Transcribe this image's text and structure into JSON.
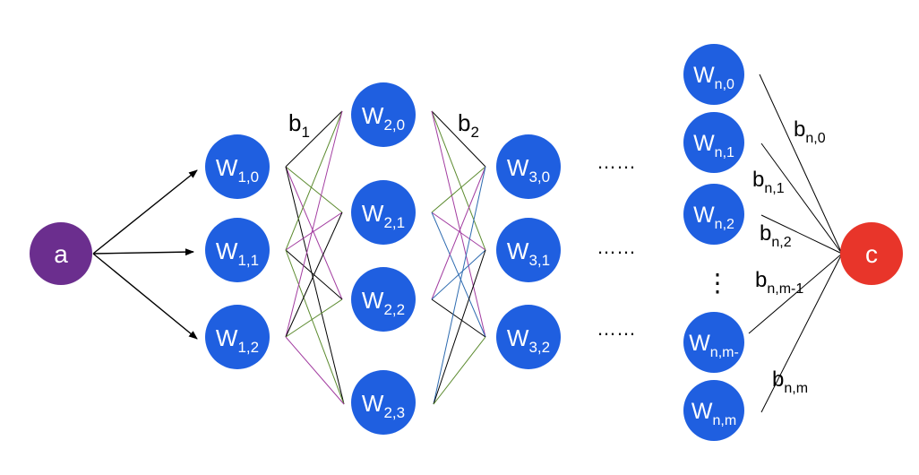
{
  "diagram": {
    "input_node": {
      "label": "a",
      "color": "#6B2E8E"
    },
    "output_node": {
      "label": "c",
      "color": "#E8352A"
    },
    "node_color": "#1F5FE0",
    "layer1": [
      {
        "base": "W",
        "sub": "1,0"
      },
      {
        "base": "W",
        "sub": "1,1"
      },
      {
        "base": "W",
        "sub": "1,2"
      }
    ],
    "layer2": [
      {
        "base": "W",
        "sub": "2,0"
      },
      {
        "base": "W",
        "sub": "2,1"
      },
      {
        "base": "W",
        "sub": "2,2"
      },
      {
        "base": "W",
        "sub": "2,3"
      }
    ],
    "layer3": [
      {
        "base": "W",
        "sub": "3,0"
      },
      {
        "base": "W",
        "sub": "3,1"
      },
      {
        "base": "W",
        "sub": "3,2"
      }
    ],
    "layer_n": [
      {
        "base": "W",
        "sub": "n,0"
      },
      {
        "base": "W",
        "sub": "n,1"
      },
      {
        "base": "W",
        "sub": "n,2"
      },
      {
        "base": "W",
        "sub": "n,m-"
      },
      {
        "base": "W",
        "sub": "n,m"
      }
    ],
    "bias_labels": {
      "b1": {
        "base": "b",
        "sub": "1"
      },
      "b2": {
        "base": "b",
        "sub": "2"
      },
      "bn0": {
        "base": "b",
        "sub": "n,0"
      },
      "bn1": {
        "base": "b",
        "sub": "n,1"
      },
      "bn2": {
        "base": "b",
        "sub": "n,2"
      },
      "bnm1": {
        "base": "b",
        "sub": "n,m-1"
      },
      "bnm": {
        "base": "b",
        "sub": "n,m"
      }
    },
    "ellipsis_row": "……",
    "vertical_ellipsis": "⋮",
    "edge_colors": [
      "#000000",
      "#5B8A2E",
      "#A23CA0",
      "#2E6BB0"
    ]
  }
}
